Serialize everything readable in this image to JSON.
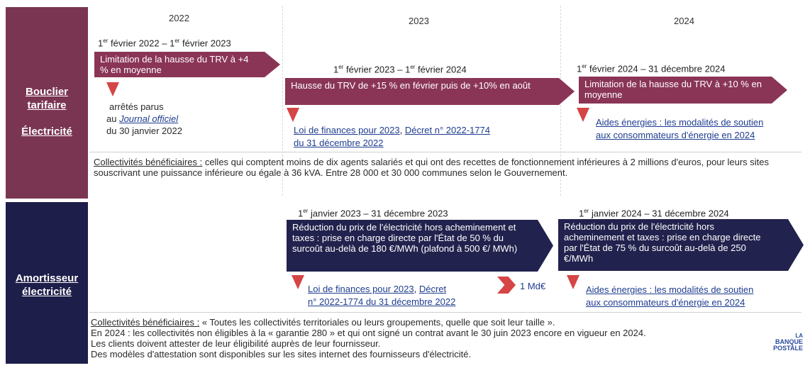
{
  "years": [
    "2022",
    "2023",
    "2024"
  ],
  "bouclier": {
    "label_lines": [
      "Bouclier",
      "tarifaire",
      "Électricité"
    ],
    "e2022": {
      "date_a": "1",
      "sup_a": "er",
      "date_b": " février 2022 – 1",
      "sup_b": "er",
      "date_c": " février 2023",
      "box": "Limitation de la hausse du TRV à +4 % en moyenne",
      "note_l1": "arrêtés parus",
      "note_au": "au ",
      "note_link": "Journal officiel",
      "note_l3": "du 30 janvier 2022"
    },
    "e2023": {
      "date_a": "1",
      "sup_a": "er",
      "date_b": " février 2023 – 1",
      "sup_b": "er",
      "date_c": " février 2024",
      "box": "Hausse du TRV de +15 % en février puis de +10% en août",
      "link1": "Loi de finances pour 2023",
      "sep": ", ",
      "link2": "Décret n° 2022-1774",
      "link3": "du 31 décembre 2022"
    },
    "e2024": {
      "date_a": "1",
      "sup_a": "er",
      "date_b": " février 2024 – 31 décembre 2024",
      "box": "Limitation de la hausse du TRV à +10 % en moyenne",
      "link1": "Aides énergies : les modalités de soutien",
      "link2": "aux consommateurs d'énergie en 2024"
    },
    "benef_label": "Collectivités bénéficiaires ",
    "benef_colon": ":",
    "benef_text": " celles qui comptent moins de dix agents salariés et qui ont des recettes de fonctionnement inférieures à 2 millions d'euros, pour leurs sites souscrivant une puissance inférieure ou égale à 36 kVA. Entre 28 000 et 30 000 communes selon le Gouvernement."
  },
  "amortisseur": {
    "label_lines": [
      "Amortisseur",
      "électricité"
    ],
    "e2023": {
      "date_a": "1",
      "sup_a": "er",
      "date_b": " janvier 2023 – 31 décembre 2023",
      "box": "Réduction du prix de l'électricité hors acheminement et taxes  : prise en charge directe par l'État de 50 % du surcoût au-delà de 180 €/MWh (plafond à 500 €/ MWh)",
      "link1": "Loi de finances pour 2023",
      "sep": ", ",
      "link2": "Décret",
      "link3": "n° 2022-1774 du 31 décembre 2022",
      "cost": "1 Md€"
    },
    "e2024": {
      "date_a": "1",
      "sup_a": "er",
      "date_b": " janvier 2024 – 31 décembre 2024",
      "box": "Réduction du prix de l'électricité hors acheminement et taxes : prise en charge directe par l'État de 75 % du surcoût au-delà de 250 €/MWh",
      "link1": "Aides énergies : les modalités de soutien",
      "link2": "aux consommateurs d'énergie en 2024"
    },
    "benef_label": "Collectivités bénéficiaires ",
    "benef_colon": ":",
    "benef_text": " « Toutes les collectivités territoriales ou leurs groupements, quelle que soit leur taille ».",
    "line2": "En 2024 : les collectivités non éligibles à la « garantie 280 » et qui ont signé un contrat avant le 30 juin 2023 encore en vigueur en 2024.",
    "line3": "Les clients doivent attester de leur éligibilité auprès de leur fournisseur.",
    "line4": "Des modèles d'attestation sont disponibles sur les sites internet des fournisseurs d'électricité."
  },
  "logo": {
    "l1": "LA",
    "l2": "BANQUE",
    "l3": "POSTALE"
  },
  "colors": {
    "wine": "#8a3556",
    "navy": "#22224e",
    "marker_red": "#d64545",
    "link_blue": "#1f3d8f"
  }
}
